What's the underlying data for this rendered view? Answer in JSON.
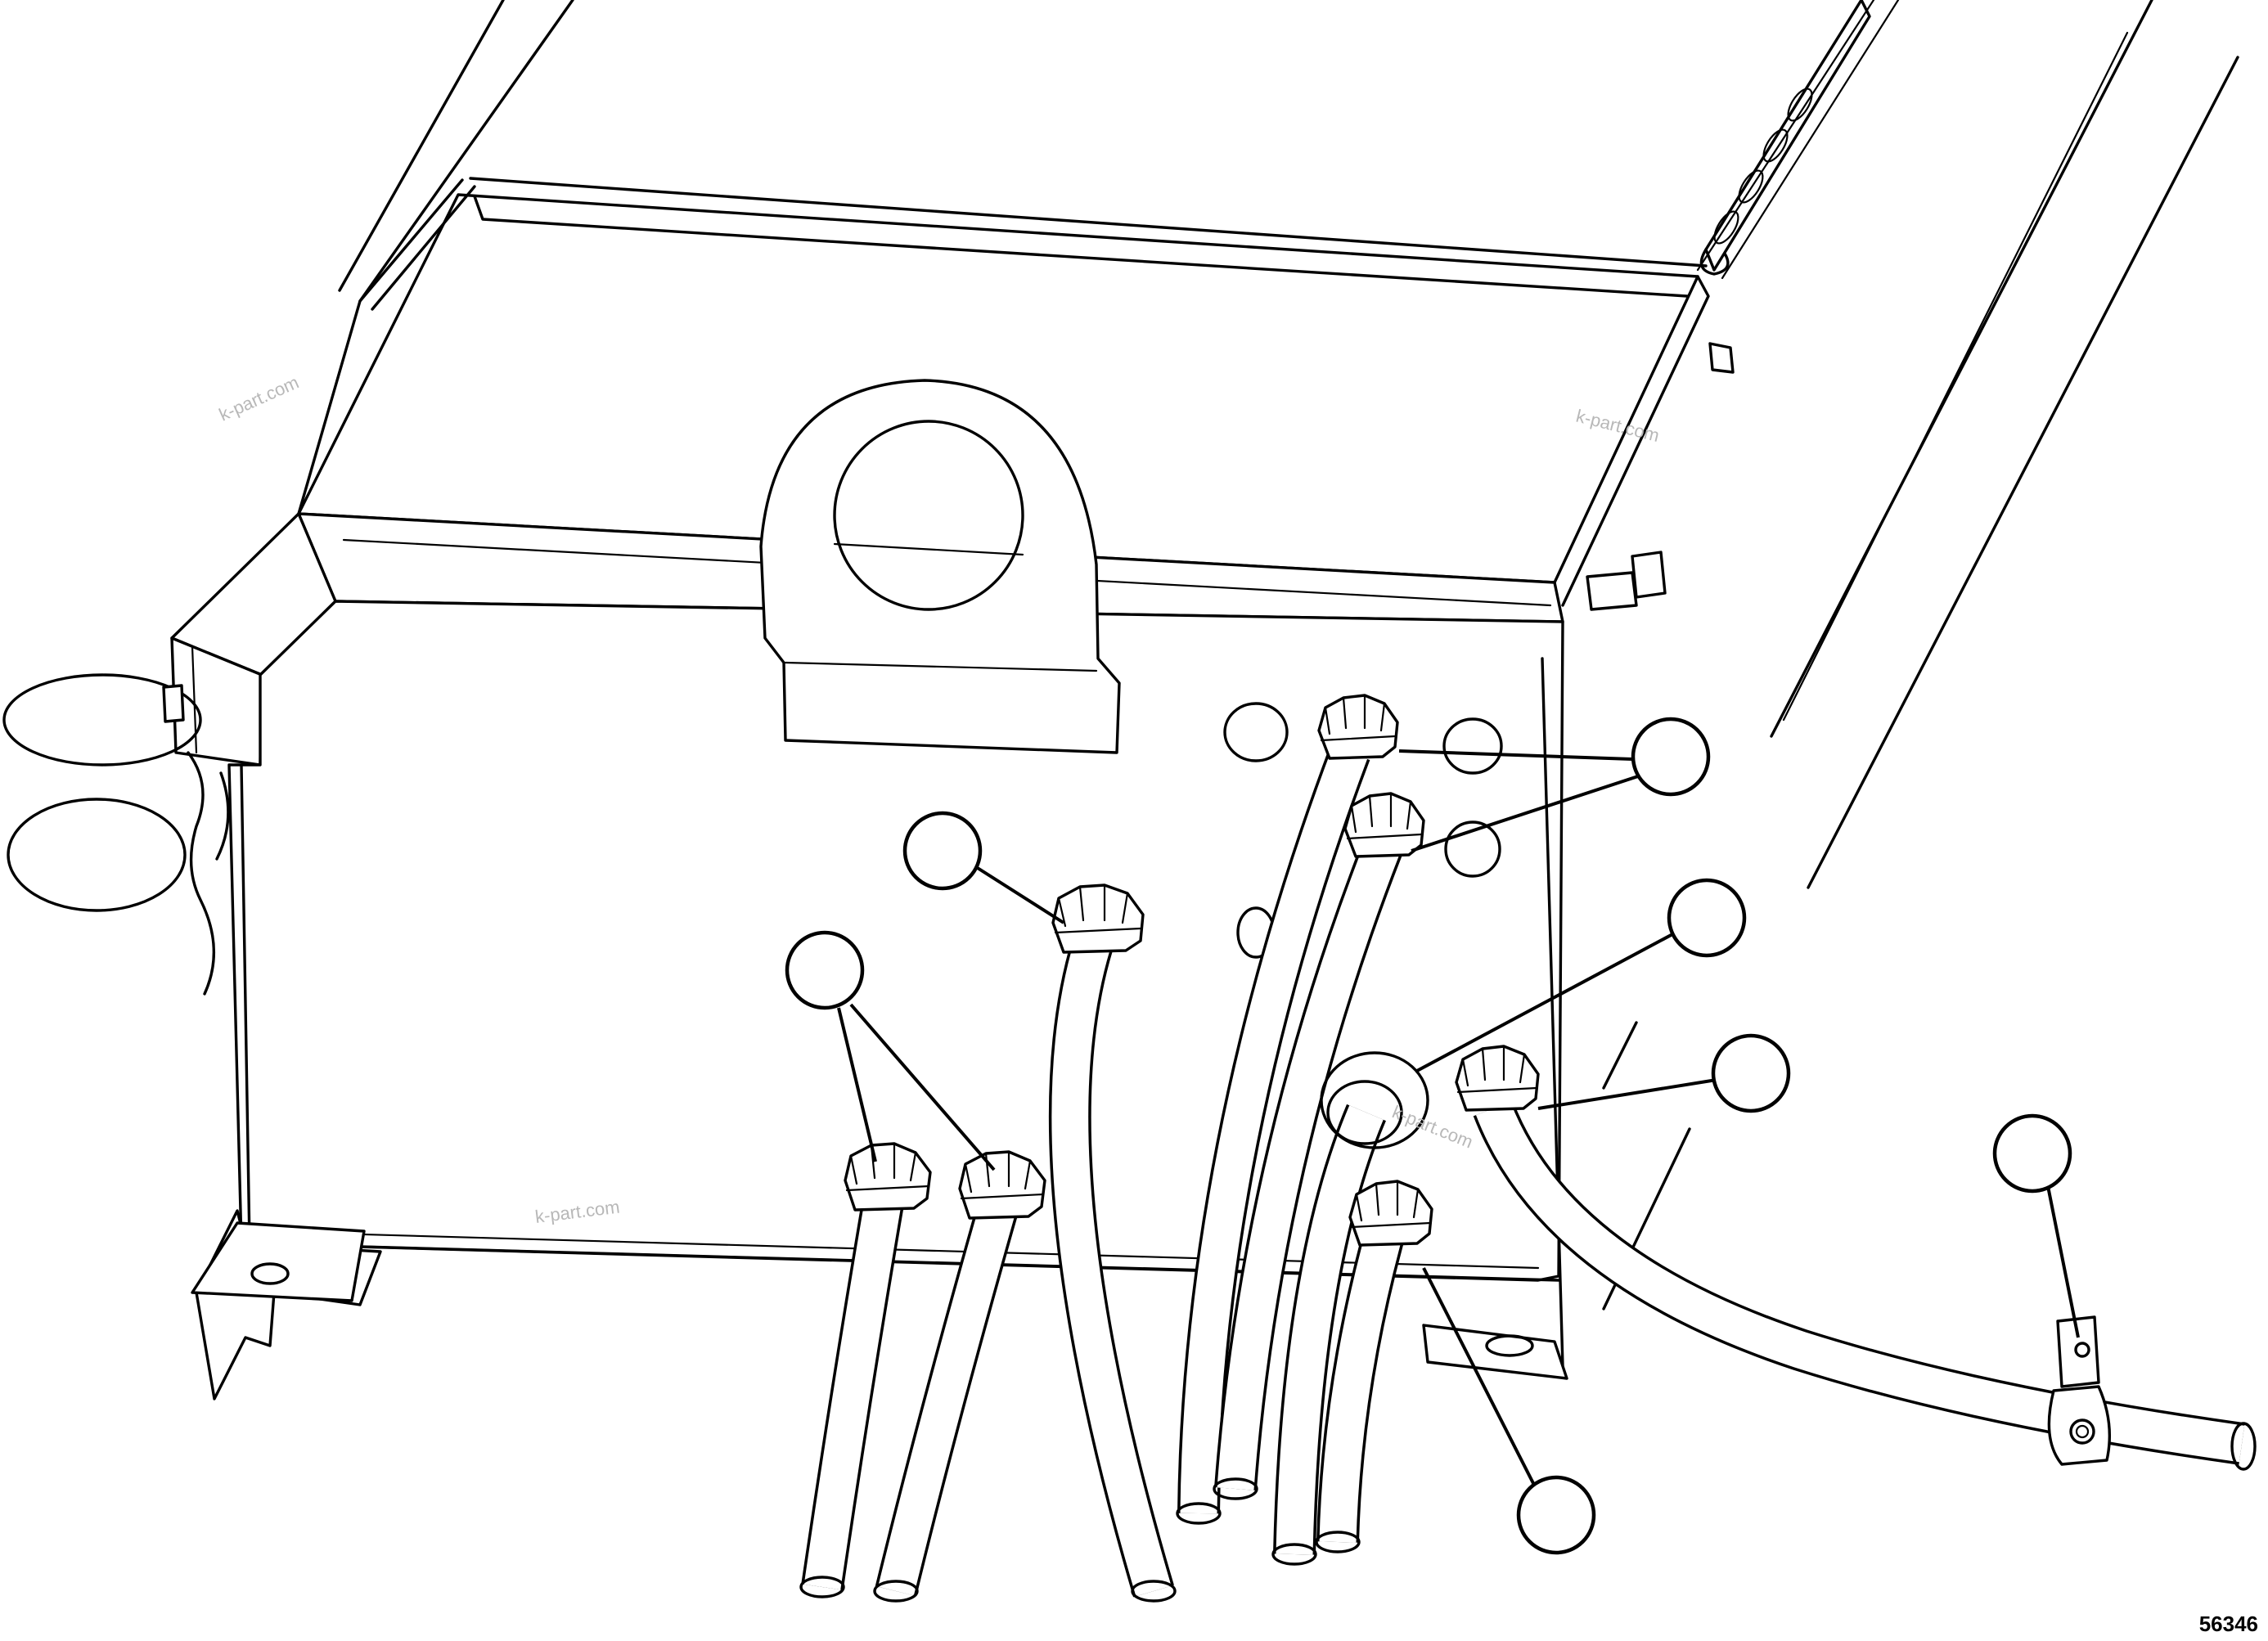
{
  "figure_number": "56346",
  "watermark_text": "k-part.com",
  "callouts": [
    {
      "id": "callout-1",
      "label": ""
    },
    {
      "id": "callout-2",
      "label": ""
    },
    {
      "id": "callout-3",
      "label": ""
    },
    {
      "id": "callout-4",
      "label": ""
    },
    {
      "id": "callout-5",
      "label": ""
    },
    {
      "id": "callout-6",
      "label": ""
    },
    {
      "id": "callout-7",
      "label": ""
    }
  ]
}
